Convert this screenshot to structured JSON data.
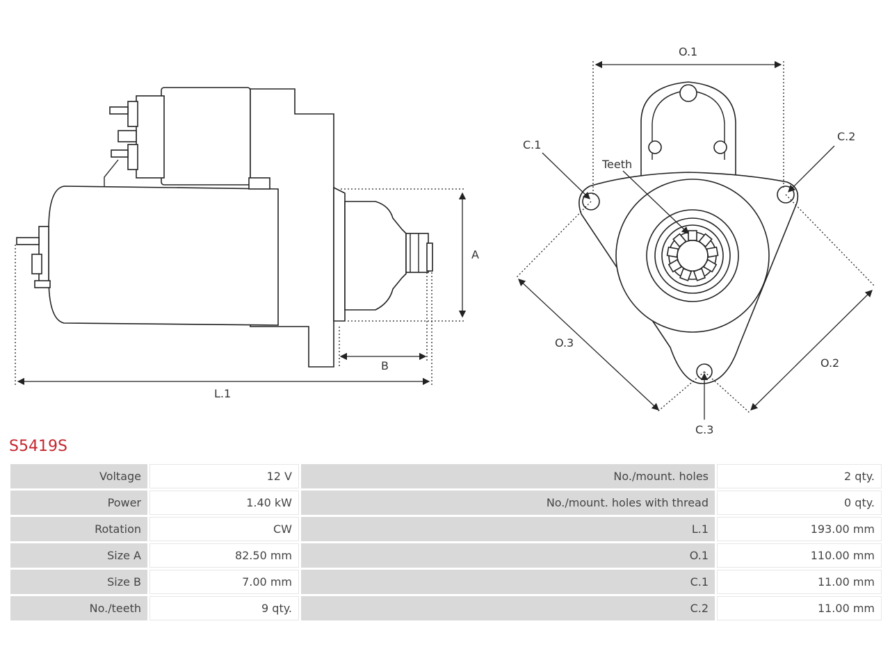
{
  "diagram": {
    "side_view_labels": {
      "size_a": "A",
      "size_b": "B",
      "length": "L.1"
    },
    "front_view_labels": {
      "o1": "O.1",
      "o2": "O.2",
      "o3": "O.3",
      "c1": "C.1",
      "c2": "C.2",
      "c3": "C.3",
      "teeth": "Teeth"
    }
  },
  "model": "S5419S",
  "specs": [
    {
      "label": "Voltage",
      "value": "12 V",
      "label2": "No./mount. holes",
      "value2": "2 qty."
    },
    {
      "label": "Power",
      "value": "1.40 kW",
      "label2": "No./mount. holes with thread",
      "value2": "0 qty."
    },
    {
      "label": "Rotation",
      "value": "CW",
      "label2": "L.1",
      "value2": "193.00 mm"
    },
    {
      "label": "Size A",
      "value": "82.50 mm",
      "label2": "O.1",
      "value2": "110.00 mm"
    },
    {
      "label": "Size B",
      "value": "7.00 mm",
      "label2": "C.1",
      "value2": "11.00 mm"
    },
    {
      "label": "No./teeth",
      "value": "9 qty.",
      "label2": "C.2",
      "value2": "11.00 mm"
    }
  ],
  "colors": {
    "model_red": "#c4262e",
    "label_bg": "#d9d9d9"
  }
}
